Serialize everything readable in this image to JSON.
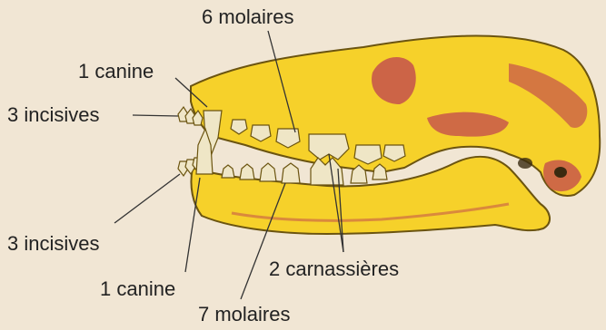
{
  "colors": {
    "background": "#f1e6d4",
    "bone": "#f6d12a",
    "bone_outline": "#6b5410",
    "tooth": "#efe6c6",
    "flesh_accent": "#c8584a",
    "label_text": "#222222"
  },
  "labels": {
    "upper_molars": "6 molaires",
    "upper_canine": "1 canine",
    "upper_incisors": "3 incisives",
    "lower_incisors": "3 incisives",
    "carnassials": "2 carnassières",
    "lower_canine": "1 canine",
    "lower_molars": "7 molaires"
  }
}
